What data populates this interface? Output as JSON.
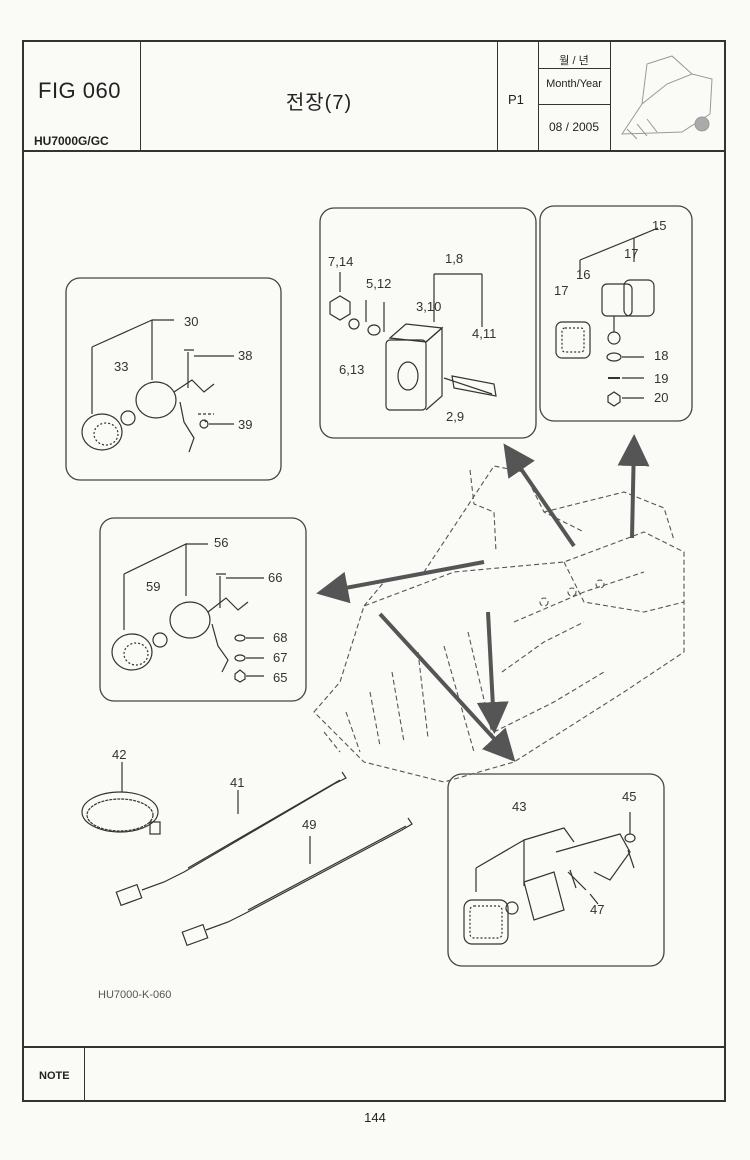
{
  "header": {
    "figure": "FIG 060",
    "model": "HU7000G/GC",
    "title": "전장(7)",
    "page_label": "P1",
    "month_year_ko": "월 / 년",
    "month_year_en": "Month/Year",
    "month_year_value": "08 / 2005"
  },
  "diagram": {
    "drawing_code": "HU7000-K-060",
    "callouts": {
      "c30": "30",
      "c33": "33",
      "c38": "38",
      "c39": "39",
      "c7_14": "7,14",
      "c1_8": "1,8",
      "c5_12": "5,12",
      "c3_10": "3,10",
      "c4_11": "4,11",
      "c6_13": "6,13",
      "c2_9": "2,9",
      "c15": "15",
      "c16": "16",
      "c17a": "17",
      "c17b": "17",
      "c18": "18",
      "c19": "19",
      "c20": "20",
      "c56": "56",
      "c59": "59",
      "c66": "66",
      "c68": "68",
      "c67": "67",
      "c65": "65",
      "c42": "42",
      "c41": "41",
      "c49": "49",
      "c43": "43",
      "c45": "45",
      "c47": "47"
    }
  },
  "footer": {
    "note_label": "NOTE",
    "page_number": "144"
  }
}
